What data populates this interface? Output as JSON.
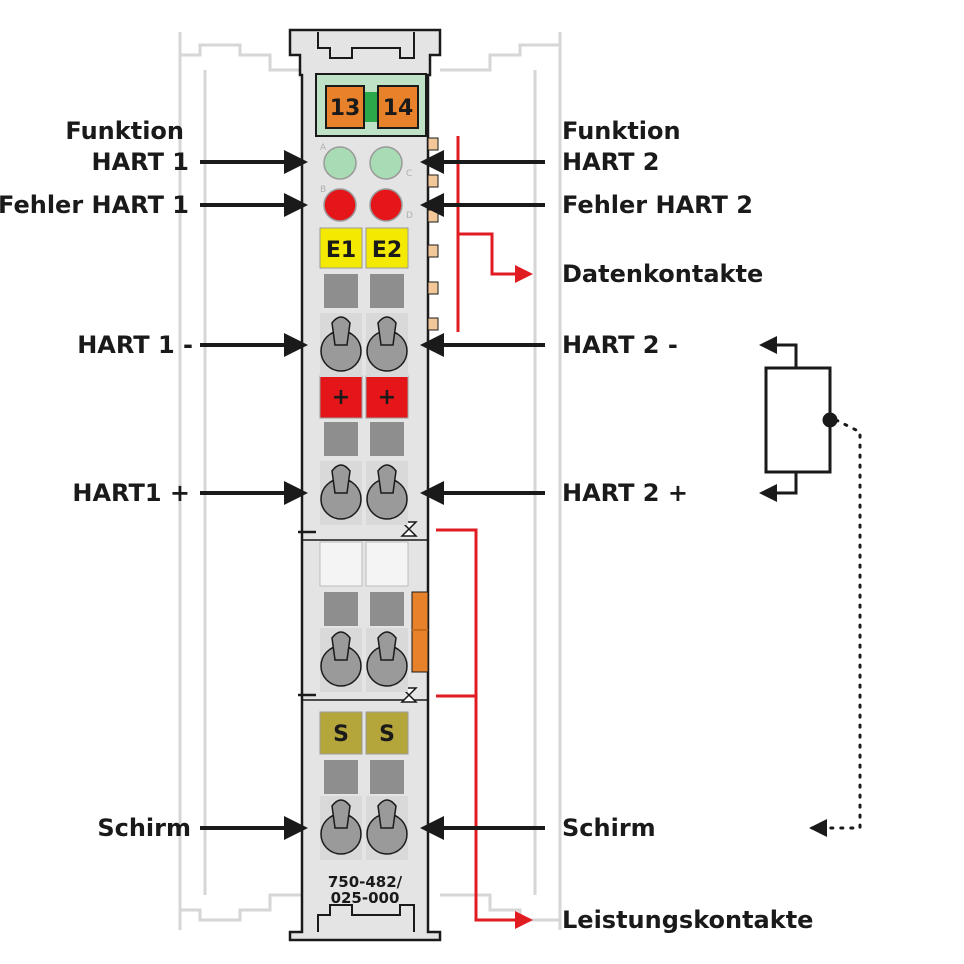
{
  "connectors": {
    "top_left": "13",
    "top_right": "14"
  },
  "leds": {
    "row1_left": "A",
    "row1_right": "C",
    "row2_left": "B",
    "row2_right": "D"
  },
  "slots": {
    "e1": "E1",
    "e2": "E2",
    "plus_left": "+",
    "plus_right": "+",
    "s_left": "S",
    "s_right": "S"
  },
  "model": {
    "line1": "750-482/",
    "line2": "025-000"
  },
  "labels": {
    "func_hart1_line1": "Funktion",
    "func_hart1_line2": "HART 1",
    "func_hart2_line1": "Funktion",
    "func_hart2_line2": "HART 2",
    "fehler_hart1": "Fehler HART 1",
    "fehler_hart2": "Fehler HART 2",
    "datenkontakte": "Datenkontakte",
    "hart1_minus": "HART 1 -",
    "hart2_minus": "HART 2 -",
    "hart1_plus": "HART1 +",
    "hart2_plus": "HART 2 +",
    "schirm_left": "Schirm",
    "schirm_right": "Schirm",
    "leistungskontakte": "Leistungskontakte"
  },
  "colors": {
    "housing": "#e4e4e4",
    "outline": "#1a1a1a",
    "orange": "#e8822a",
    "green_led": "#a8dcb4",
    "red": "#e5161a",
    "yellow": "#f4e900",
    "olive": "#b5a63c",
    "slot": "#8e8e8e",
    "accent_red": "#e11b22"
  }
}
